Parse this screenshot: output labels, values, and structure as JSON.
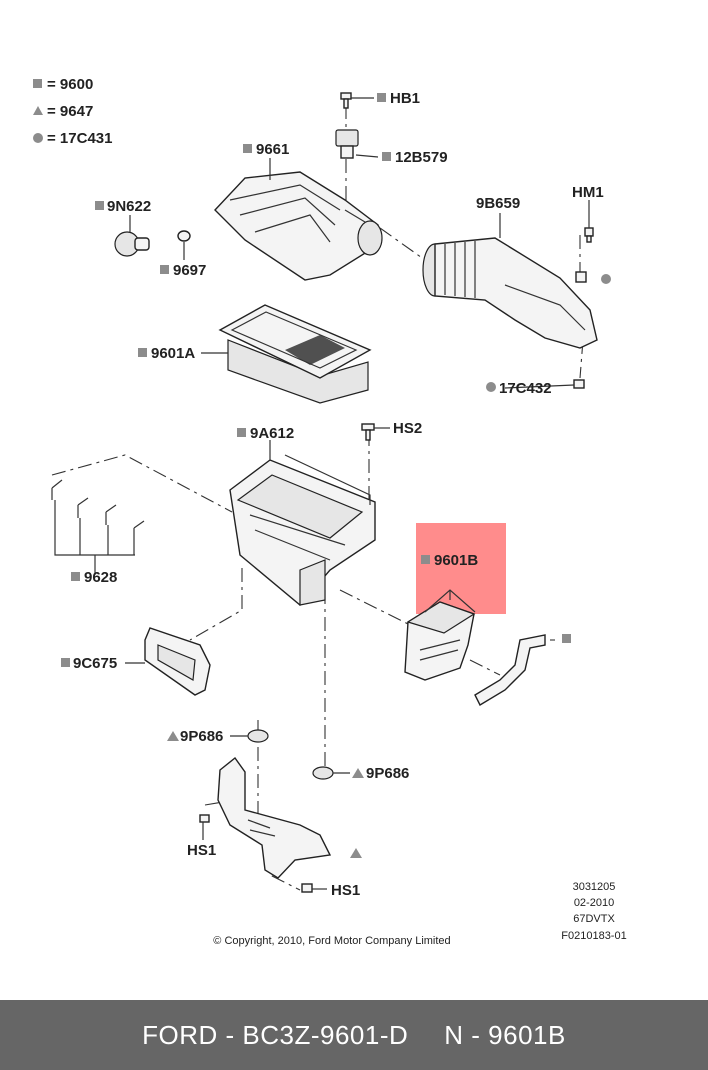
{
  "legend": [
    {
      "symbol": "square",
      "text": "= 9600"
    },
    {
      "symbol": "triangle",
      "text": "= 9647"
    },
    {
      "symbol": "circle",
      "text": "= 17C431"
    }
  ],
  "callouts": {
    "hb1": "HB1",
    "c12b579": "12B579",
    "c9661": "9661",
    "c9n622": "9N622",
    "c9697": "9697",
    "c9b659": "9B659",
    "hm1": "HM1",
    "c9601a": "9601A",
    "c17c432": "17C432",
    "c9a612": "9A612",
    "hs2": "HS2",
    "c9628": "9628",
    "c9601b": "9601B",
    "c9c675": "9C675",
    "c9p686_a": "9P686",
    "c9p686_b": "9P686",
    "hs1_a": "HS1",
    "hs1_b": "HS1"
  },
  "info_block": [
    "3031205",
    "02-2010",
    "67DVTX",
    "F0210183-01"
  ],
  "copyright": "© Copyright, 2010, Ford Motor Company Limited",
  "highlight_color": "#ff7f7f",
  "banner": {
    "part_number": "FORD - BC3Z-9601-D",
    "reference": "N - 9601B"
  }
}
